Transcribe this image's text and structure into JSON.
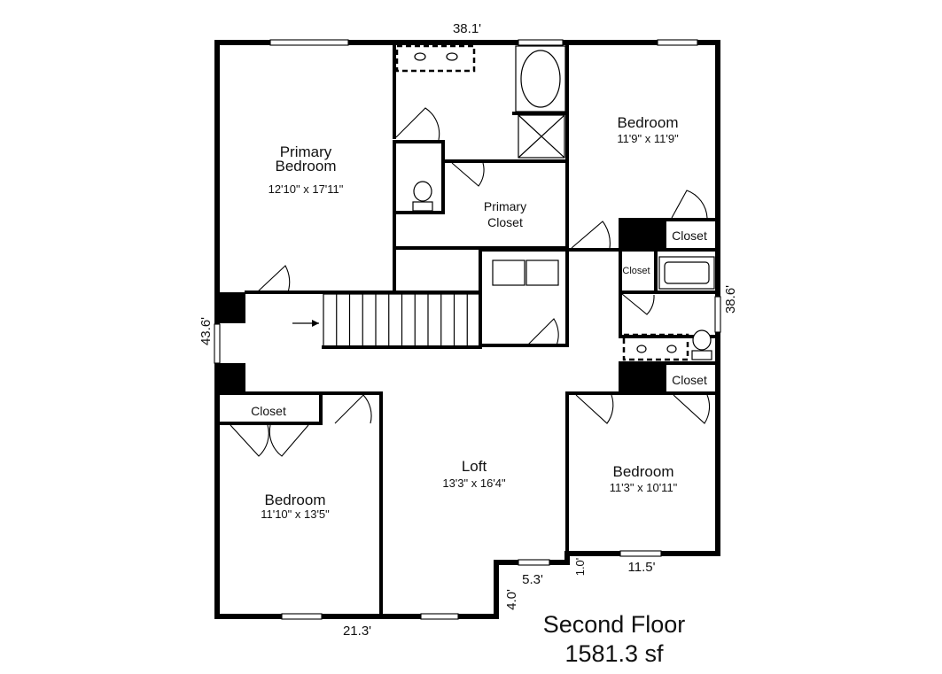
{
  "plan": {
    "title": "Second Floor",
    "area": "1581.3 sf",
    "measurements": {
      "top": "38.1'",
      "left": "43.6'",
      "right": "38.6'",
      "bottom_left": "21.3'",
      "step_vertical": "4.0'",
      "step_horizontal": "5.3'",
      "notch_vertical": "1.0'",
      "bottom_right": "11.5'"
    },
    "rooms": {
      "primary_bedroom": {
        "name_line1": "Primary",
        "name_line2": "Bedroom",
        "size": "12'10\" x 17'11\""
      },
      "bedroom_ne": {
        "name": "Bedroom",
        "size": "11'9\" x 11'9\""
      },
      "primary_closet": {
        "name_line1": "Primary",
        "name_line2": "Closet"
      },
      "closet_ne": {
        "name": "Closet"
      },
      "closet_hall": {
        "name": "Closet"
      },
      "closet_se": {
        "name": "Closet"
      },
      "closet_sw": {
        "name": "Closet"
      },
      "loft": {
        "name": "Loft",
        "size": "13'3\" x 16'4\""
      },
      "bedroom_se": {
        "name": "Bedroom",
        "size": "11'3\" x 10'11\""
      },
      "bedroom_sw": {
        "name": "Bedroom",
        "size": "11'10\" x 13'5\""
      }
    }
  }
}
